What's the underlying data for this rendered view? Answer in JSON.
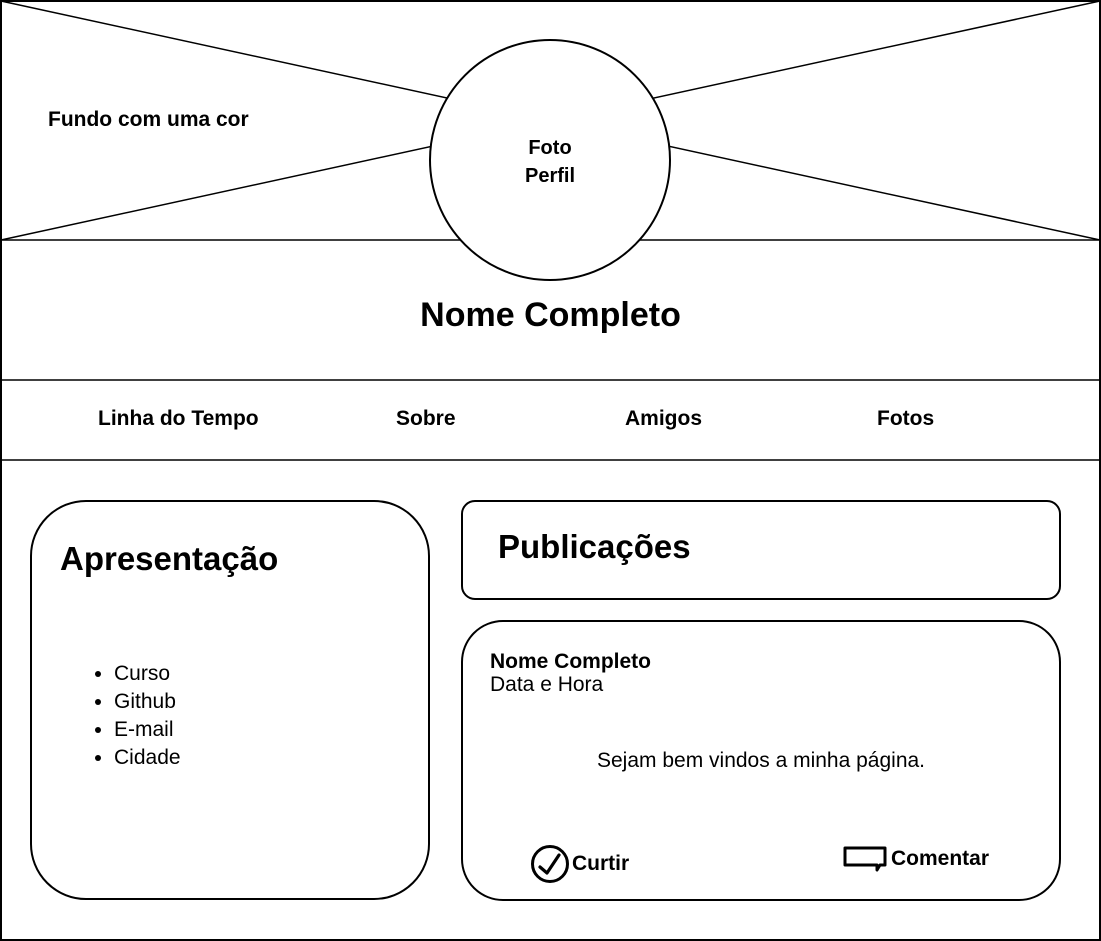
{
  "cover": {
    "label": "Fundo com uma cor"
  },
  "profile_photo": {
    "line1": "Foto",
    "line2": "Perfil"
  },
  "profile": {
    "name": "Nome Completo"
  },
  "tabs": [
    {
      "label": "Linha do Tempo"
    },
    {
      "label": "Sobre"
    },
    {
      "label": "Amigos"
    },
    {
      "label": "Fotos"
    }
  ],
  "intro": {
    "title": "Apresentação",
    "items": [
      "Curso",
      "Github",
      "E-mail",
      "Cidade"
    ]
  },
  "posts": {
    "title": "Publicações",
    "post": {
      "author": "Nome Completo",
      "datetime": "Data e Hora",
      "body": "Sejam bem vindos a minha página.",
      "like_label": "Curtir",
      "like_icon": "check-circle-icon",
      "comment_label": "Comentar",
      "comment_icon": "comment-icon"
    }
  }
}
